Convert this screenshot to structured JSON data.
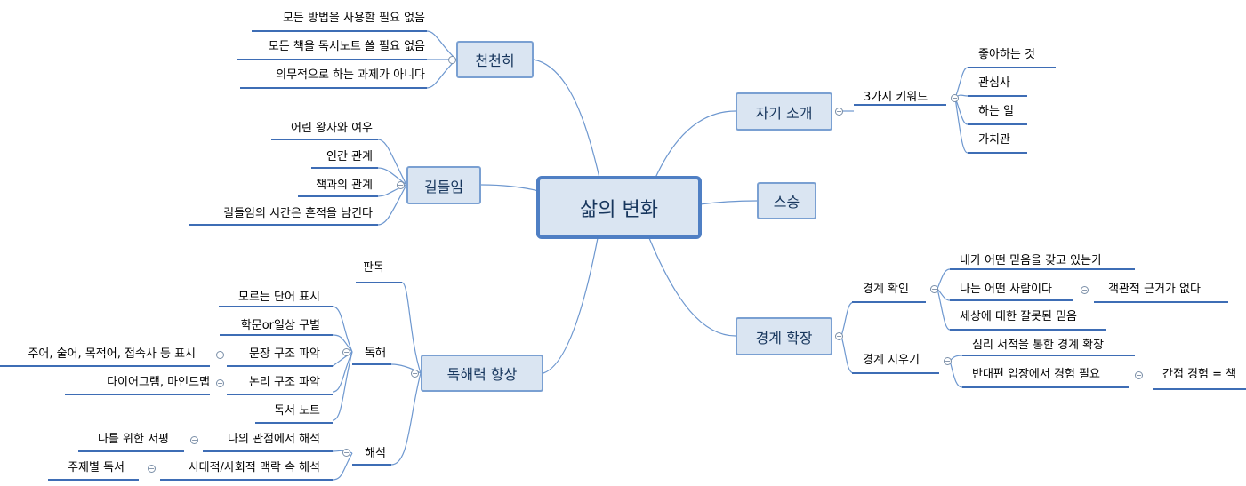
{
  "central": "삶의 변화",
  "left": {
    "slowly": {
      "label": "천천히",
      "items": [
        "모든 방법을 사용할 필요 없음",
        "모든 책을 독서노트 쓸 필요 없음",
        "의무적으로 하는 과제가 아니다"
      ]
    },
    "taming": {
      "label": "길들임",
      "items": [
        "어린 왕자와 여우",
        "인간 관계",
        "책과의 관계",
        "길들임의 시간은 흔적을 남긴다"
      ]
    },
    "literacy": {
      "label": "독해력 향상",
      "judge": "판독",
      "reading": {
        "label": "독해",
        "items": {
          "unknown_words": "모르는 단어 표시",
          "academic": "학문or일상 구별",
          "sentence": "문장 구조 파악",
          "sentence_detail": "주어, 술어, 목적어, 접속사  등 표시",
          "logic": "논리 구조 파악",
          "logic_detail": "다이어그램, 마인드맵",
          "notes": "독서 노트"
        }
      },
      "interpret": {
        "label": "해석",
        "items": {
          "my_view": "나의 관점에서 해석",
          "my_view_detail": "나를 위한 서평",
          "context": "시대적/사회적 맥락 속 해석",
          "context_detail": "주제별 독서"
        }
      }
    }
  },
  "right": {
    "intro": {
      "label": "자기 소개",
      "keywords": {
        "label": "3가지 키워드",
        "items": [
          "좋아하는 것",
          "관심사",
          "하는 일",
          "가치관"
        ]
      }
    },
    "teacher": {
      "label": "스승"
    },
    "expand": {
      "label": "경계 확장",
      "check": {
        "label": "경계 확인",
        "belief": "내가 어떤 믿음을 갖고 있는가",
        "who": "나는 어떤 사람이다",
        "who_detail": "객관적 근거가 없다",
        "wrong": "세상에 대한 잘못된 믿음"
      },
      "erase": {
        "label": "경계 지우기",
        "psych": "심리 서적을 통한 경계 확장",
        "opposite": "반대편 입장에서 경험 필요",
        "opposite_detail": "간접 경험 = 책"
      }
    }
  }
}
